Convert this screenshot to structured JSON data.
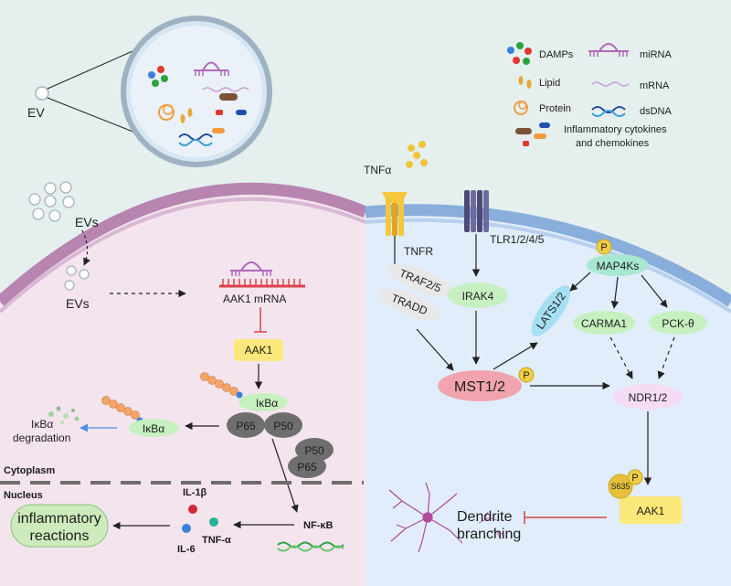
{
  "colors": {
    "top_bg": "#e4efee",
    "left_bg": "#f4e4ee",
    "right_bg": "#e1edfb",
    "left_membrane": "#b884b0",
    "right_membrane": "#8aaedc",
    "green_node": "#c7f0c0",
    "blue_node": "#a6dff4",
    "pink_node": "#f4dcf4",
    "mst_node": "#f1a4ae",
    "yellow_node": "#fbe87a",
    "inhibit_red": "#d9444a",
    "arrow_blue": "#4a8fe0"
  },
  "legend": {
    "damps": "DAMPs",
    "mirna": "miRNA",
    "lipid": "Lipid",
    "mrna": "mRNA",
    "protein": "Protein",
    "dsdna": "dsDNA",
    "cytokines_line1": "Inflammatory cytokines",
    "cytokines_line2": "and chemokines"
  },
  "ev": {
    "label": "EV",
    "evs_top": "EVs",
    "evs_inner": "EVs"
  },
  "left": {
    "aak1_mrna": "AAK1 mRNA",
    "aak1": "AAK1",
    "ikba_complex": "IκBα",
    "p65": "P65",
    "p50": "P50",
    "p50_free": "P50",
    "p65_free": "P65",
    "ikba_free": "IκBα",
    "degradation_line1": "IκBα",
    "degradation_line2": "degradation",
    "cytoplasm": "Cytoplasm",
    "nucleus": "Nucleus",
    "il1b": "IL-1β",
    "il6": "IL-6",
    "tnfa_cyto": "TNF-α",
    "nfkb": "NF-κB",
    "inflammatory_line1": "inflammatory",
    "inflammatory_line2": "reactions"
  },
  "right": {
    "tnfa": "TNFα",
    "tnfr": "TNFR",
    "tlr": "TLR1/2/4/5",
    "traf": "TRAF2/5",
    "tradd": "TRADD",
    "irak4": "IRAK4",
    "lats": "LATS1/2",
    "map4ks": "MAP4Ks",
    "carma1": "CARMA1",
    "pck": "PCK-θ",
    "mst": "MST1/2",
    "ndr": "NDR1/2",
    "aak1": "AAK1",
    "s635": "S635",
    "p": "P",
    "dendrite_line1": "Dendrite",
    "dendrite_line2": "branching"
  }
}
